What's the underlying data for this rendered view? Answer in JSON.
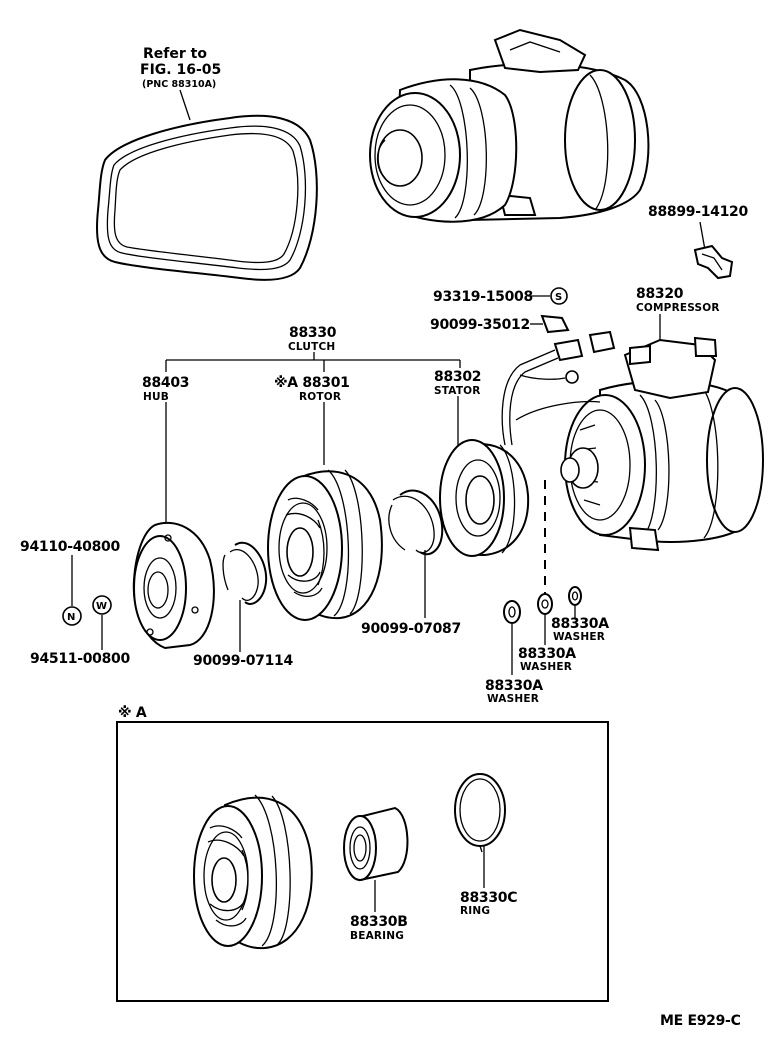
{
  "labels": {
    "refer_line1": "Refer to",
    "refer_line2": "FIG. 16-05",
    "refer_line3": "(PNC 88310A)",
    "p88899": "88899-14120",
    "p93319": "93319-15008",
    "p90099_35012": "90099-35012",
    "p88320": "88320",
    "n88320": "COMPRESSOR",
    "p88330": "88330",
    "n88330": "CLUTCH",
    "p88403": "88403",
    "n88403": "HUB",
    "p88301": "※A 88301",
    "n88301": "ROTOR",
    "p88302": "88302",
    "n88302": "STATOR",
    "p94110": "94110-40800",
    "p94511": "94511-00800",
    "p90099_07114": "90099-07114",
    "p90099_07087": "90099-07087",
    "p88330A_1": "88330A",
    "n88330A_1": "WASHER",
    "p88330A_2": "88330A",
    "n88330A_2": "WASHER",
    "p88330A_3": "88330A",
    "n88330A_3": "WASHER",
    "inset_title": "※ A",
    "p88330B": "88330B",
    "n88330B": "BEARING",
    "p88330C": "88330C",
    "n88330C": "RING",
    "footer": "ME  E929-C",
    "sym_s": "S",
    "sym_n": "N",
    "sym_w": "W"
  }
}
